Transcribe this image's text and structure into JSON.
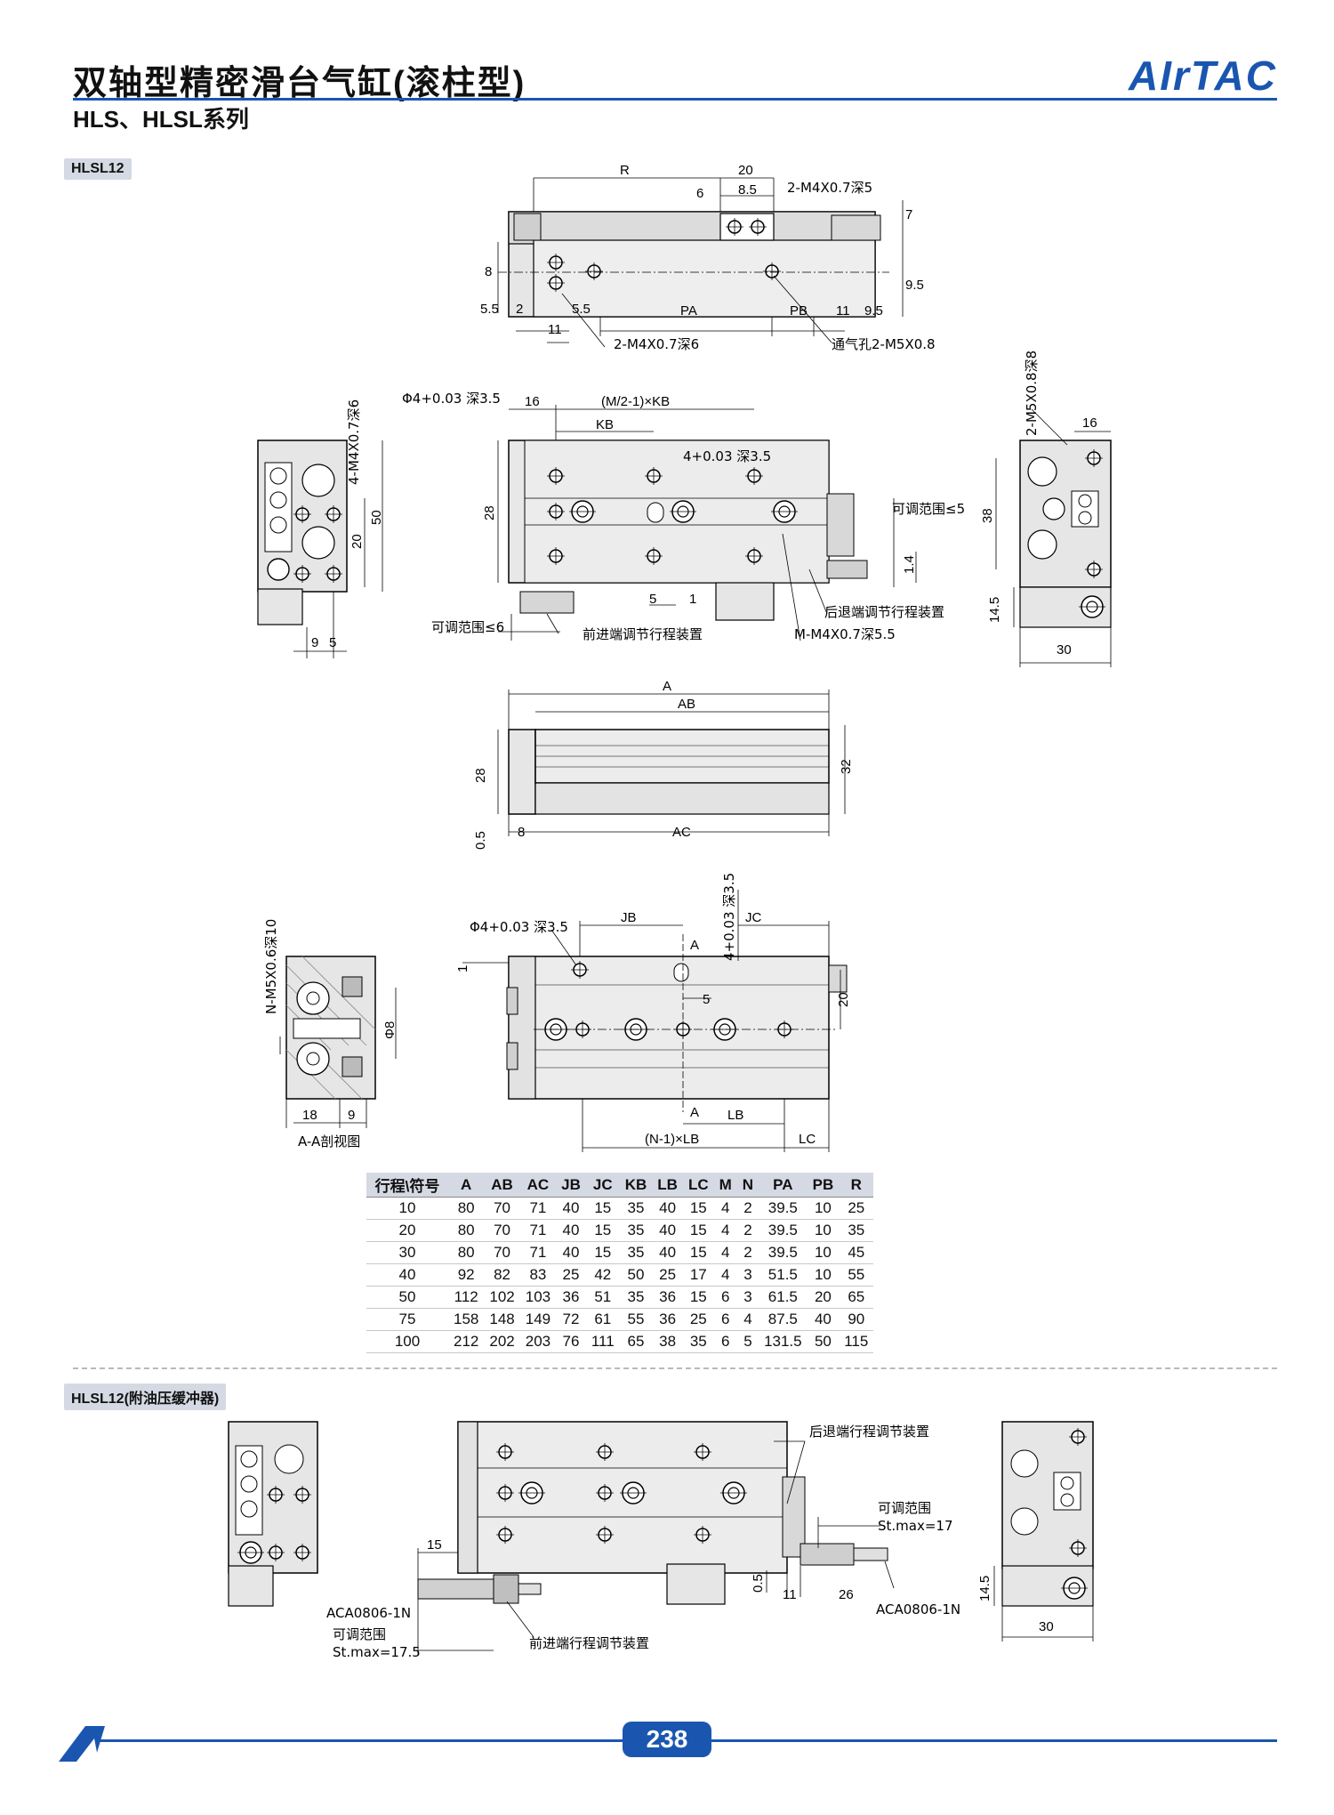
{
  "header": {
    "title": "双轴型精密滑台气缸(滚柱型)",
    "subtitle": "HLS、HLSL系列",
    "brand": "AIrTAC"
  },
  "sections": {
    "hlsl12": "HLSL12",
    "hlsl12_buffer": "HLSL12(附油压缓冲器)"
  },
  "drawing_labels": {
    "top_R": "R",
    "top_20": "20",
    "top_6": "6",
    "top_85": "8.5",
    "top_2m4x07_5": "2-M4X0.7深5",
    "top_7": "7",
    "top_8": "8",
    "top_55": "5.5",
    "top_2": "2",
    "top_55b": "5.5",
    "top_PA": "PA",
    "top_PB": "PB",
    "top_11": "11",
    "top_95": "9.5",
    "top_95v": "9.5",
    "top_11b": "11",
    "top_2m4x07_6": "2-M4X0.7深6",
    "top_vent": "通气孔2-M5X0.8",
    "phi4_35": "Φ4+0.03 深3.5",
    "mid_16": "16",
    "mid_m2kb": "(M/2-1)×KB",
    "mid_KB": "KB",
    "mid_4_35": "4+0.03 深3.5",
    "mid_28": "28",
    "mid_adj5": "可调范围≤5",
    "mid_14": "1.4",
    "mid_5": "5",
    "mid_1": "1",
    "mid_rear": "后退端调节行程装置",
    "mid_m4": "M-M4X0.7深5.5",
    "mid_adj6": "可调范围≤6",
    "mid_front": "前进端调节行程装置",
    "left_4m4": "4-M4X0.7深6",
    "left_50": "50",
    "left_20": "20",
    "left_9": "9",
    "left_5": "5",
    "right_2m5": "2-M5X0.8深8",
    "right_16": "16",
    "right_38": "38",
    "right_145": "14.5",
    "right_30": "30",
    "side_A": "A",
    "side_AB": "AB",
    "side_28": "28",
    "side_32": "32",
    "side_05": "0.5",
    "side_8": "8",
    "side_AC": "AC",
    "bot_phi4": "Φ4+0.03 深3.5",
    "bot_JB": "JB",
    "bot_4_35": "4+0.03 深3.5",
    "bot_JC": "JC",
    "bot_A1": "A",
    "bot_1": "1",
    "bot_5": "5",
    "bot_20": "20",
    "bot_A2": "A",
    "bot_LB": "LB",
    "bot_n1lb": "(N-1)×LB",
    "bot_LC": "LC",
    "sec_nm5": "N-M5X0.6深10",
    "sec_phi8": "Φ8",
    "sec_18": "18",
    "sec_9": "9",
    "sec_title": "A-A剖视图",
    "buf_rear": "后退端行程调节装置",
    "buf_adj": "可调范围",
    "buf_stmax17": "St.max=17",
    "buf_15": "15",
    "buf_05": "0.5",
    "buf_11": "11",
    "buf_26": "26",
    "buf_aca_r": "ACA0806-1N",
    "buf_aca_l": "ACA0806-1N",
    "buf_adj_l": "可调范围",
    "buf_stmax175": "St.max=17.5",
    "buf_front": "前进端行程调节装置",
    "buf_145": "14.5",
    "buf_30": "30"
  },
  "table": {
    "headers": [
      "行程\\符号",
      "A",
      "AB",
      "AC",
      "JB",
      "JC",
      "KB",
      "LB",
      "LC",
      "M",
      "N",
      "PA",
      "PB",
      "R"
    ],
    "rows": [
      [
        "10",
        "80",
        "70",
        "71",
        "40",
        "15",
        "35",
        "40",
        "15",
        "4",
        "2",
        "39.5",
        "10",
        "25"
      ],
      [
        "20",
        "80",
        "70",
        "71",
        "40",
        "15",
        "35",
        "40",
        "15",
        "4",
        "2",
        "39.5",
        "10",
        "35"
      ],
      [
        "30",
        "80",
        "70",
        "71",
        "40",
        "15",
        "35",
        "40",
        "15",
        "4",
        "2",
        "39.5",
        "10",
        "45"
      ],
      [
        "40",
        "92",
        "82",
        "83",
        "25",
        "42",
        "50",
        "25",
        "17",
        "4",
        "3",
        "51.5",
        "10",
        "55"
      ],
      [
        "50",
        "112",
        "102",
        "103",
        "36",
        "51",
        "35",
        "36",
        "15",
        "6",
        "3",
        "61.5",
        "20",
        "65"
      ],
      [
        "75",
        "158",
        "148",
        "149",
        "72",
        "61",
        "55",
        "36",
        "25",
        "6",
        "4",
        "87.5",
        "40",
        "90"
      ],
      [
        "100",
        "212",
        "202",
        "203",
        "76",
        "111",
        "65",
        "38",
        "35",
        "6",
        "5",
        "131.5",
        "50",
        "115"
      ]
    ]
  },
  "footer": {
    "page": "238"
  },
  "colors": {
    "accent": "#1a56b0",
    "header_bg": "#d5d9e3"
  }
}
